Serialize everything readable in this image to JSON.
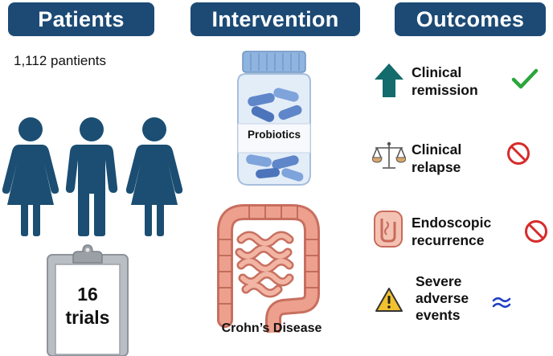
{
  "headers": {
    "patients": "Patients",
    "intervention": "Intervention",
    "outcomes": "Outcomes"
  },
  "patients": {
    "count_text": "1,112 pantients",
    "trials_number": "16",
    "trials_word": "trials"
  },
  "intervention": {
    "bottle_label": "Probiotics",
    "disease_label": "Crohn’s Disease"
  },
  "outcomes": [
    {
      "line1": "Clinical",
      "line2": "remission",
      "icon": "up-arrow-icon",
      "result": "check-icon"
    },
    {
      "line1": "Clinical",
      "line2": "relapse",
      "icon": "scale-icon",
      "result": "no-effect-icon"
    },
    {
      "line1": "Endoscopic",
      "line2": "recurrence",
      "icon": "intestine-icon",
      "result": "no-effect-icon"
    },
    {
      "line1": "Severe",
      "line2": "adverse",
      "line3": "events",
      "icon": "warning-icon",
      "result": "approximately-equal-icon"
    }
  ],
  "colors": {
    "header_bg": "#1c4a75",
    "person": "#1b4e72",
    "arrow": "#136b6b",
    "check": "#2aa63c",
    "no_sign": "#d72b2b",
    "approx": "#1f3fc4",
    "warning": "#f2c12e"
  }
}
